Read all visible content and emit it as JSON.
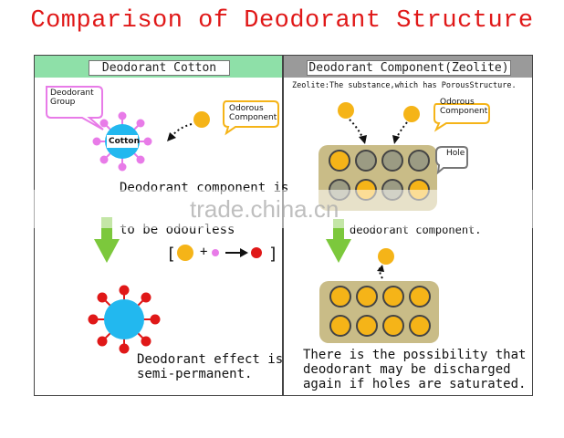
{
  "title": "Comparison of Deodorant Structure",
  "left": {
    "header": "Deodorant Cotton",
    "deodorant_group_label": "Deodorant\nGroup",
    "cotton_label": "Cotton",
    "odorous_component_label": "Odorous\nComponent",
    "text1": "Deodorant component is",
    "text2": "to be odourless",
    "reaction": {
      "plus": "+"
    },
    "effect_text": "Deodorant effect is\nsemi-permanent."
  },
  "right": {
    "header": "Deodorant Component(Zeolite)",
    "zeolite_note": "Zeolite:The substance,which has PorousStructure.",
    "odorous_component_label": "Odorous\nComponent",
    "hole_label": "Hole",
    "text1": "deodorant component.",
    "bottom_text": "There is the possibility that\ndeodorant may be discharged\nagain if holes are saturated."
  },
  "watermark": "trade.china.cn",
  "colors": {
    "title": "#e01818",
    "left_header": "#8ee0a8",
    "right_header": "#9a9a9a",
    "cotton": "#22b8ef",
    "deodorant_group": "#e87be8",
    "active_group": "#e01818",
    "odor_particle": "#f5b418",
    "zeolite_block": "#c9bc87",
    "arrow_green": "#7cc83c"
  }
}
